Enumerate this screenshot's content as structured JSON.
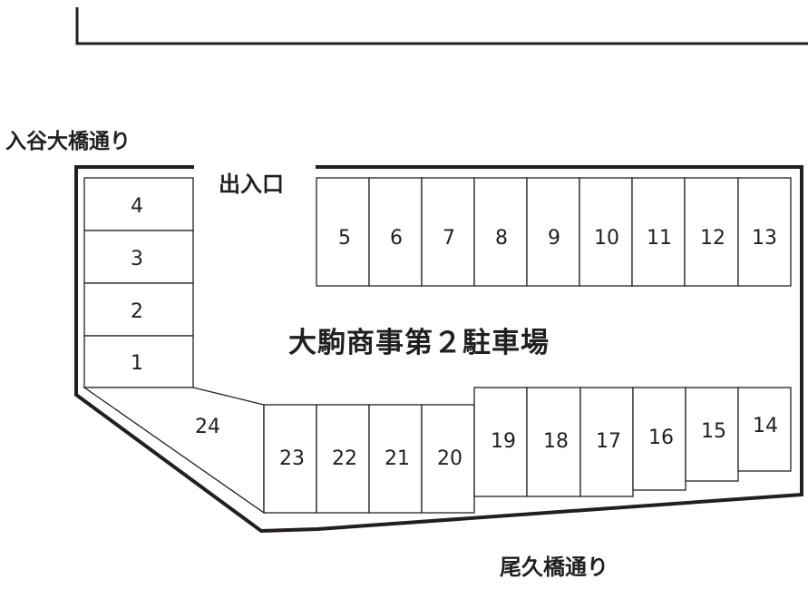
{
  "map": {
    "title": "大駒商事第２駐車場",
    "entrance_label": "出入口",
    "streets": {
      "left": "入谷大橋通り",
      "bottom": "尾久橋通り"
    },
    "stalls": [
      {
        "id": "1",
        "label": "1"
      },
      {
        "id": "2",
        "label": "2"
      },
      {
        "id": "3",
        "label": "3"
      },
      {
        "id": "4",
        "label": "4"
      },
      {
        "id": "5",
        "label": "5"
      },
      {
        "id": "6",
        "label": "6"
      },
      {
        "id": "7",
        "label": "7"
      },
      {
        "id": "8",
        "label": "8"
      },
      {
        "id": "9",
        "label": "9"
      },
      {
        "id": "10",
        "label": "10"
      },
      {
        "id": "11",
        "label": "11"
      },
      {
        "id": "12",
        "label": "12"
      },
      {
        "id": "13",
        "label": "13"
      },
      {
        "id": "14",
        "label": "14"
      },
      {
        "id": "15",
        "label": "15"
      },
      {
        "id": "16",
        "label": "16"
      },
      {
        "id": "17",
        "label": "17"
      },
      {
        "id": "18",
        "label": "18"
      },
      {
        "id": "19",
        "label": "19"
      },
      {
        "id": "20",
        "label": "20"
      },
      {
        "id": "21",
        "label": "21"
      },
      {
        "id": "22",
        "label": "22"
      },
      {
        "id": "23",
        "label": "23"
      },
      {
        "id": "24",
        "label": "24"
      }
    ],
    "colors": {
      "line": "#231f20",
      "background": "#ffffff"
    }
  }
}
